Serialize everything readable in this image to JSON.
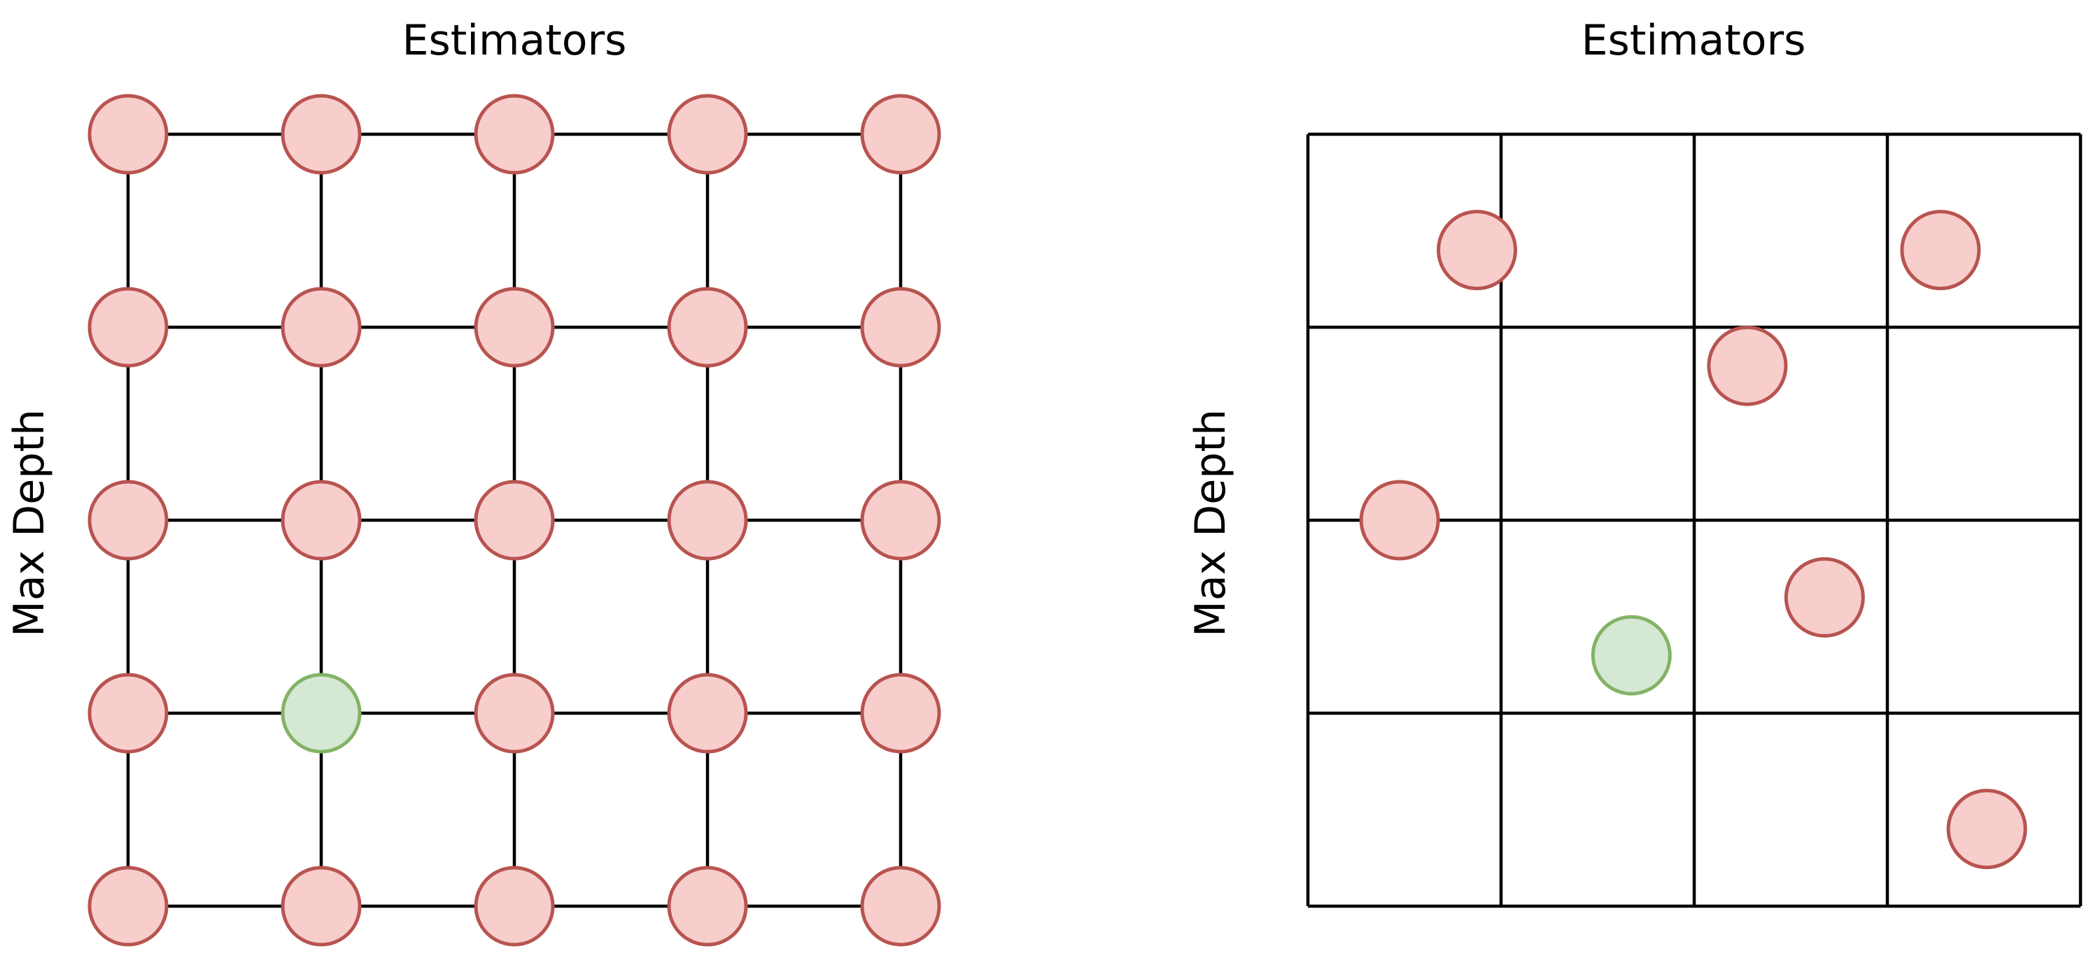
{
  "grid_panel": {
    "title": "Estimators",
    "ylabel": "Max Depth",
    "rows": 5,
    "cols": 5,
    "selected": {
      "row": 3,
      "col": 1
    }
  },
  "random_panel": {
    "title": "Estimators",
    "ylabel": "Max Depth",
    "cells": 4,
    "points": [
      {
        "x": 0.875,
        "y": 3.4,
        "selected": false
      },
      {
        "x": 3.275,
        "y": 3.4,
        "selected": false
      },
      {
        "x": 2.275,
        "y": 2.8,
        "selected": false
      },
      {
        "x": 0.475,
        "y": 2.0,
        "selected": false
      },
      {
        "x": 2.675,
        "y": 1.6,
        "selected": false
      },
      {
        "x": 1.675,
        "y": 1.3,
        "selected": true
      },
      {
        "x": 3.515,
        "y": 0.4,
        "selected": false
      }
    ]
  },
  "colors": {
    "node_fill": "#f8cecc",
    "node_stroke": "#b85450",
    "selected_fill": "#d5e8d4",
    "selected_stroke": "#82b366",
    "line": "#000000"
  }
}
